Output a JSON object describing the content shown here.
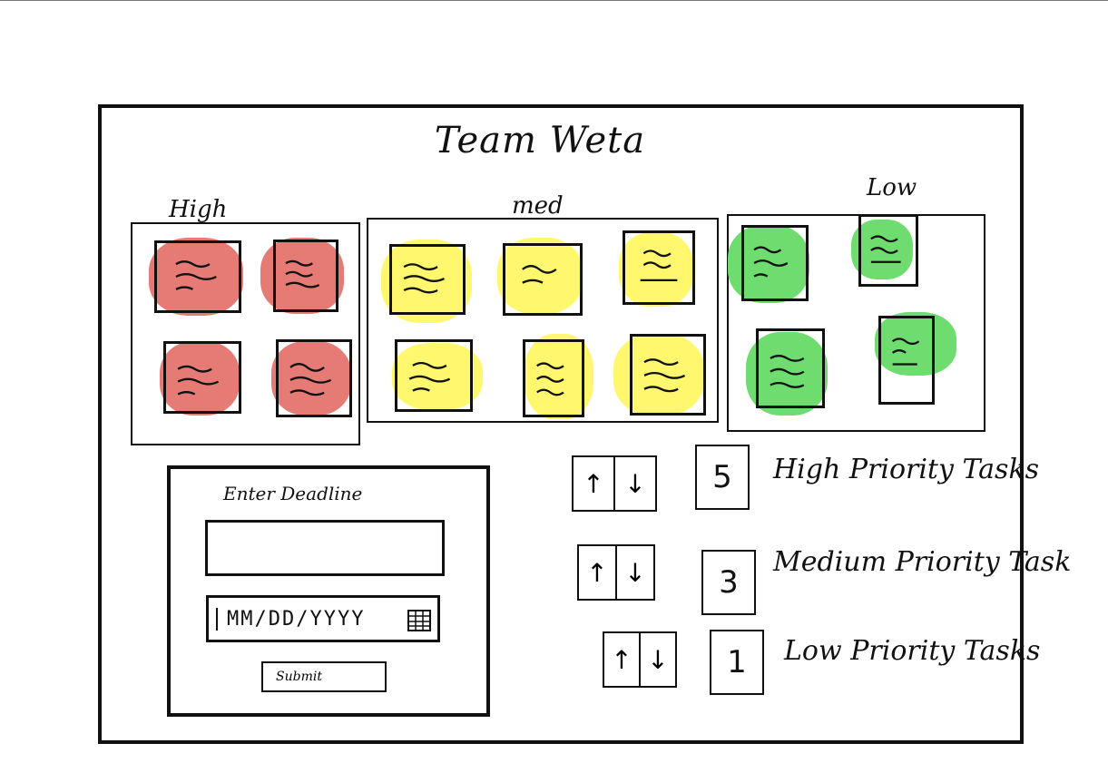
{
  "app": {
    "title": "Team Weta"
  },
  "colors": {
    "high": "#e57b74",
    "medium": "#fff86e",
    "low": "#6fdc6f",
    "ink": "#111111"
  },
  "columns": {
    "high": {
      "label": "High"
    },
    "medium": {
      "label": "med"
    },
    "low": {
      "label": "Low"
    }
  },
  "deadline": {
    "label": "Enter Deadline",
    "task_value": "",
    "date_placeholder": "MM/DD/YYYY",
    "calendar_icon": "calendar-icon",
    "submit_label": "Submit"
  },
  "summary": [
    {
      "count": "5",
      "label": "High Priority Tasks"
    },
    {
      "count": "3",
      "label": "Medium Priority Task"
    },
    {
      "count": "1",
      "label": "Low Priority Tasks"
    }
  ],
  "sort": {
    "up_icon": "↑",
    "down_icon": "↓"
  }
}
